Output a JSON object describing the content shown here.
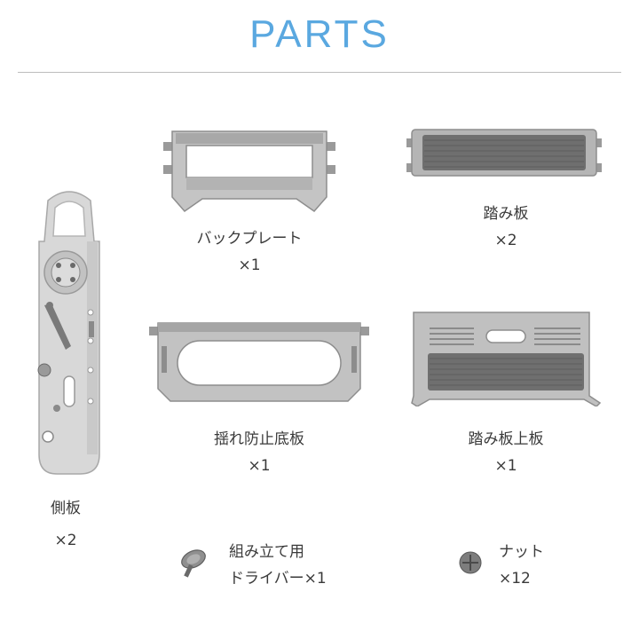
{
  "title": "PARTS",
  "parts": {
    "side_plate": {
      "name": "側板",
      "qty": "×2"
    },
    "back_plate": {
      "name": "バックプレート",
      "qty": "×1"
    },
    "step_board": {
      "name": "踏み板",
      "qty": "×2"
    },
    "anti_sway_base": {
      "name": "揺れ防止底板",
      "qty": "×1"
    },
    "step_top_board": {
      "name": "踏み板上板",
      "qty": "×1"
    },
    "driver": {
      "name_line1": "組み立て用",
      "name_line2": "ドライバー×1"
    },
    "nut": {
      "name": "ナット",
      "qty": "×12"
    }
  },
  "colors": {
    "title": "#5aa8e0",
    "part_light": "#d4d4d4",
    "part_mid": "#9a9a9a",
    "part_dark": "#6f6f6f"
  }
}
